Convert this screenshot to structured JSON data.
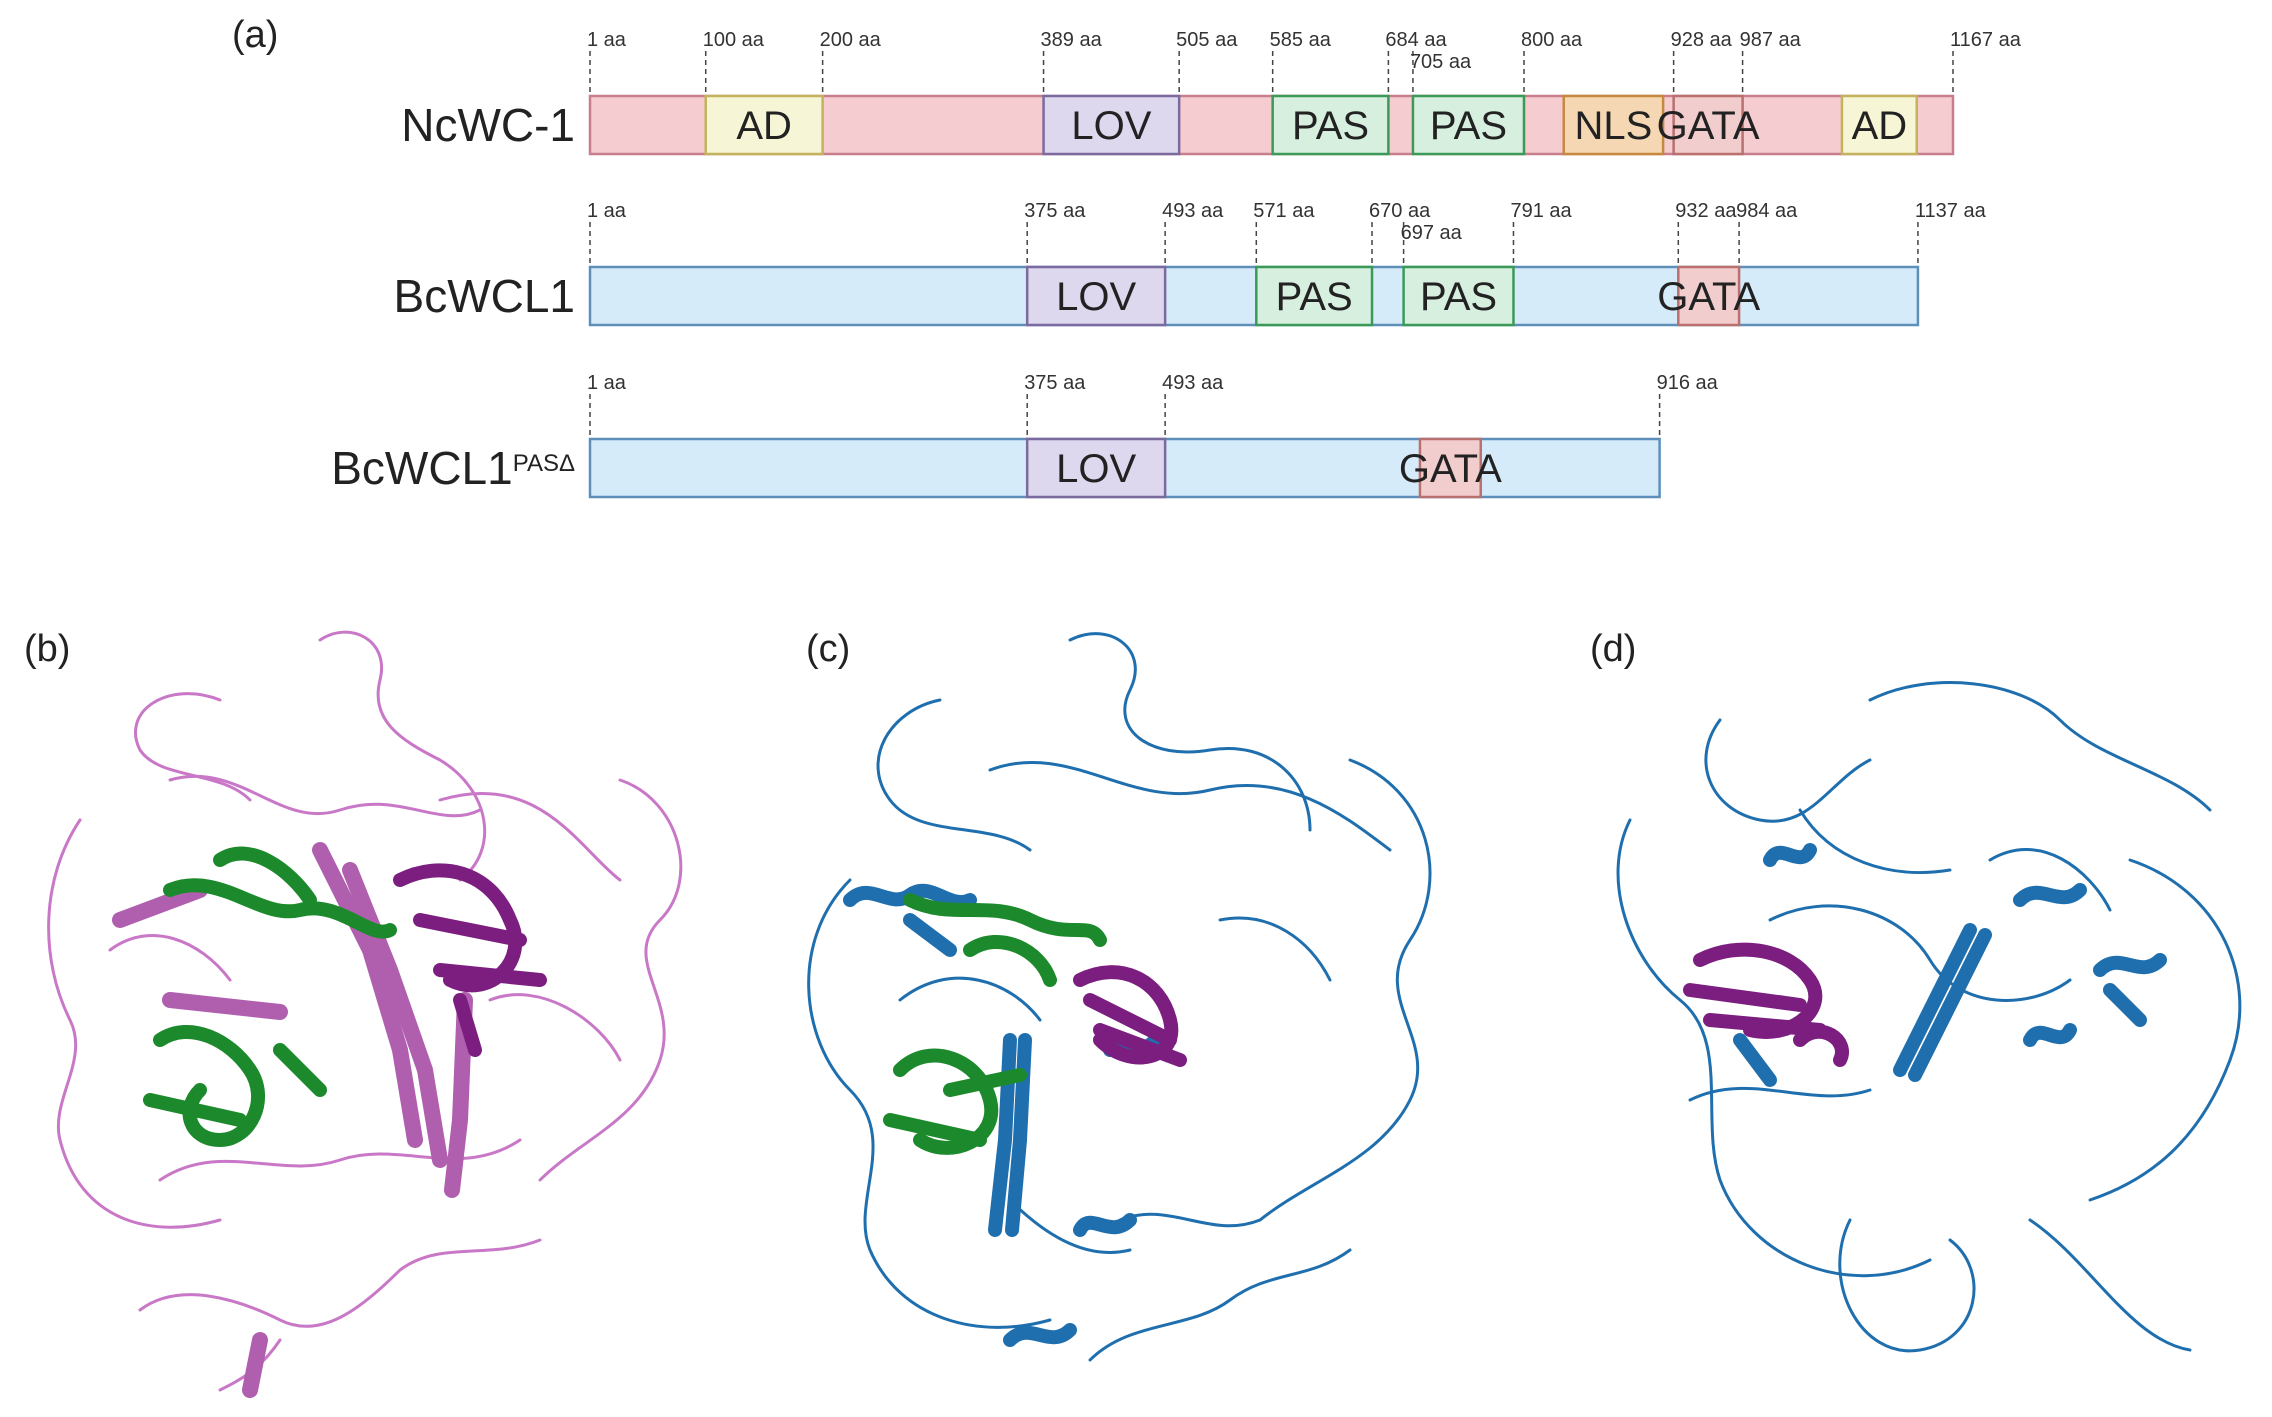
{
  "panels": {
    "a": "(a)",
    "b": "(b)",
    "c": "(c)",
    "d": "(d)"
  },
  "colors": {
    "nc_bar": "#f5cccf",
    "nc_border": "#c87f8c",
    "bc_bar": "#d6ebfa",
    "bc_border": "#5d8fb8",
    "AD_fill": "#f6f6d6",
    "AD_stroke": "#c4b25c",
    "LOV_fill": "#ddd8ee",
    "LOV_stroke": "#7b6a9e",
    "PAS_fill": "#d7efdf",
    "PAS_stroke": "#3b9a58",
    "NLS_fill": "#f5d8b3",
    "NLS_stroke": "#c68a3f",
    "GATA_fill": "#f2cdcd",
    "GATA_stroke": "#b9706e",
    "pink_ribbon": "#c978c7",
    "purple_domain": "#7b1e7f",
    "green_domain": "#1c8a2c",
    "blue_ribbon": "#1f6fae"
  },
  "icons": {
    "b": "protein-structure-ncwc1-icon",
    "c": "protein-structure-bcwcl1-icon",
    "d": "protein-structure-bcwcl1-pasdelta-icon"
  },
  "proteins": [
    {
      "name": "NcWC-1",
      "sup": "",
      "length": 1167,
      "theme": "nc",
      "ticks": [
        {
          "pos": 1,
          "label": "1 aa",
          "level": 0
        },
        {
          "pos": 100,
          "label": "100 aa",
          "level": 0
        },
        {
          "pos": 200,
          "label": "200 aa",
          "level": 0
        },
        {
          "pos": 389,
          "label": "389 aa",
          "level": 0
        },
        {
          "pos": 505,
          "label": "505 aa",
          "level": 0
        },
        {
          "pos": 585,
          "label": "585 aa",
          "level": 0
        },
        {
          "pos": 684,
          "label": "684 aa",
          "level": 0
        },
        {
          "pos": 705,
          "label": "705 aa",
          "level": 1
        },
        {
          "pos": 800,
          "label": "800 aa",
          "level": 0
        },
        {
          "pos": 928,
          "label": "928 aa",
          "level": 0
        },
        {
          "pos": 987,
          "label": "987 aa",
          "level": 0
        },
        {
          "pos": 1167,
          "label": "1167 aa",
          "level": 0
        }
      ],
      "domains": [
        {
          "label": "AD",
          "type": "AD",
          "start": 100,
          "end": 200
        },
        {
          "label": "LOV",
          "type": "LOV",
          "start": 389,
          "end": 505
        },
        {
          "label": "PAS",
          "type": "PAS",
          "start": 585,
          "end": 684
        },
        {
          "label": "PAS",
          "type": "PAS",
          "start": 705,
          "end": 800
        },
        {
          "label": "NLS",
          "type": "NLS",
          "start": 834,
          "end": 919
        },
        {
          "label": "GATA",
          "type": "GATA",
          "start": 928,
          "end": 987
        },
        {
          "label": "AD",
          "type": "AD",
          "start": 1072,
          "end": 1136
        }
      ]
    },
    {
      "name": "BcWCL1",
      "sup": "",
      "length": 1137,
      "theme": "bc",
      "ticks": [
        {
          "pos": 1,
          "label": "1 aa",
          "level": 0
        },
        {
          "pos": 375,
          "label": "375 aa",
          "level": 0
        },
        {
          "pos": 493,
          "label": "493 aa",
          "level": 0
        },
        {
          "pos": 571,
          "label": "571 aa",
          "level": 0
        },
        {
          "pos": 670,
          "label": "670 aa",
          "level": 0
        },
        {
          "pos": 697,
          "label": "697 aa",
          "level": 1
        },
        {
          "pos": 791,
          "label": "791 aa",
          "level": 0
        },
        {
          "pos": 932,
          "label": "932 aa",
          "level": 0
        },
        {
          "pos": 984,
          "label": "984 aa",
          "level": 0
        },
        {
          "pos": 1137,
          "label": "1137 aa",
          "level": 0
        }
      ],
      "domains": [
        {
          "label": "LOV",
          "type": "LOV",
          "start": 375,
          "end": 493
        },
        {
          "label": "PAS",
          "type": "PAS",
          "start": 571,
          "end": 670
        },
        {
          "label": "PAS",
          "type": "PAS",
          "start": 697,
          "end": 791
        },
        {
          "label": "GATA",
          "type": "GATA",
          "start": 932,
          "end": 984
        }
      ]
    },
    {
      "name": "BcWCL1",
      "sup": "PASΔ",
      "length": 916,
      "theme": "bc",
      "ticks": [
        {
          "pos": 1,
          "label": "1 aa",
          "level": 0
        },
        {
          "pos": 375,
          "label": "375 aa",
          "level": 0
        },
        {
          "pos": 493,
          "label": "493 aa",
          "level": 0
        },
        {
          "pos": 916,
          "label": "916 aa",
          "level": 0
        }
      ],
      "domains": [
        {
          "label": "LOV",
          "type": "LOV",
          "start": 375,
          "end": 493
        },
        {
          "label": "GATA",
          "type": "GATA",
          "start": 711,
          "end": 763
        }
      ]
    }
  ]
}
